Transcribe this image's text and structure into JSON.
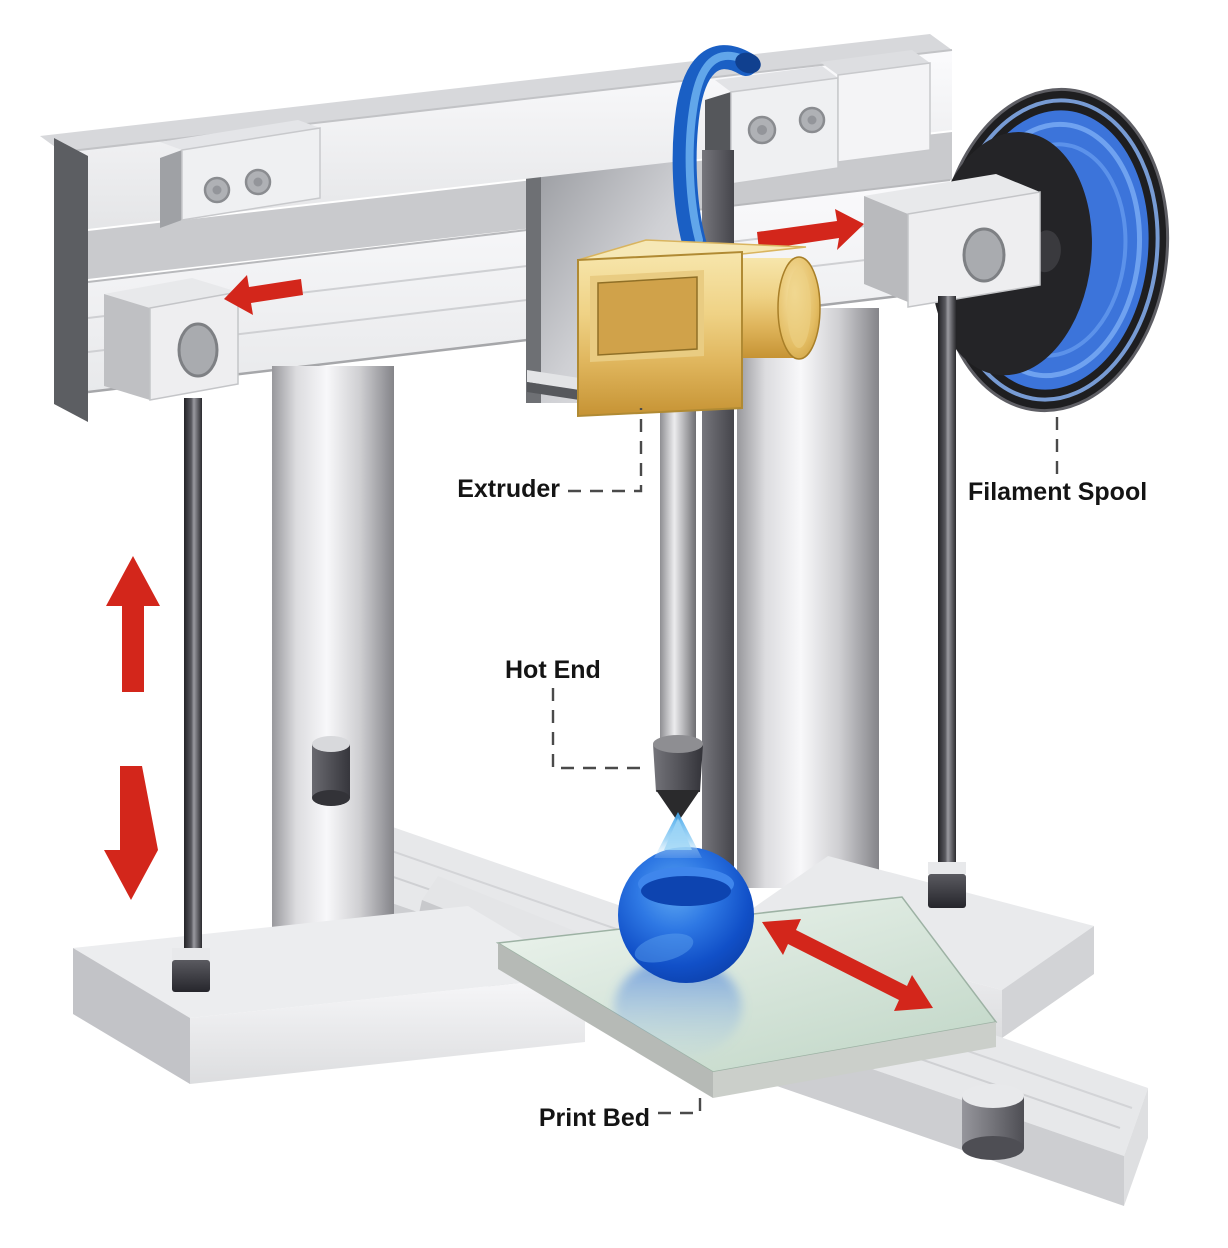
{
  "diagram": {
    "labels": {
      "extruder": "Extruder",
      "hot_end": "Hot End",
      "filament_spool": "Filament Spool",
      "print_bed": "Print Bed"
    },
    "icons": {
      "arrow_left": "left-motion-arrow",
      "arrow_right": "right-motion-arrow",
      "arrow_up": "up-motion-arrow",
      "arrow_down": "down-motion-arrow",
      "arrow_bed": "diagonal-double-motion-arrow"
    },
    "colors": {
      "arrow_red": "#d3261b",
      "filament_blue": "#3c74da",
      "tube_blue": "#1a5fc4",
      "extruder_gold": "#eccf7e",
      "sphere_blue": "#1150c8",
      "bed_glass": "#d9e7de",
      "spool_dark": "#1e1e20",
      "metal_light": "#f2f2f4",
      "metal_dark": "#55575b",
      "label_text": "#141414",
      "leader_gray": "#4a4a4a"
    }
  }
}
